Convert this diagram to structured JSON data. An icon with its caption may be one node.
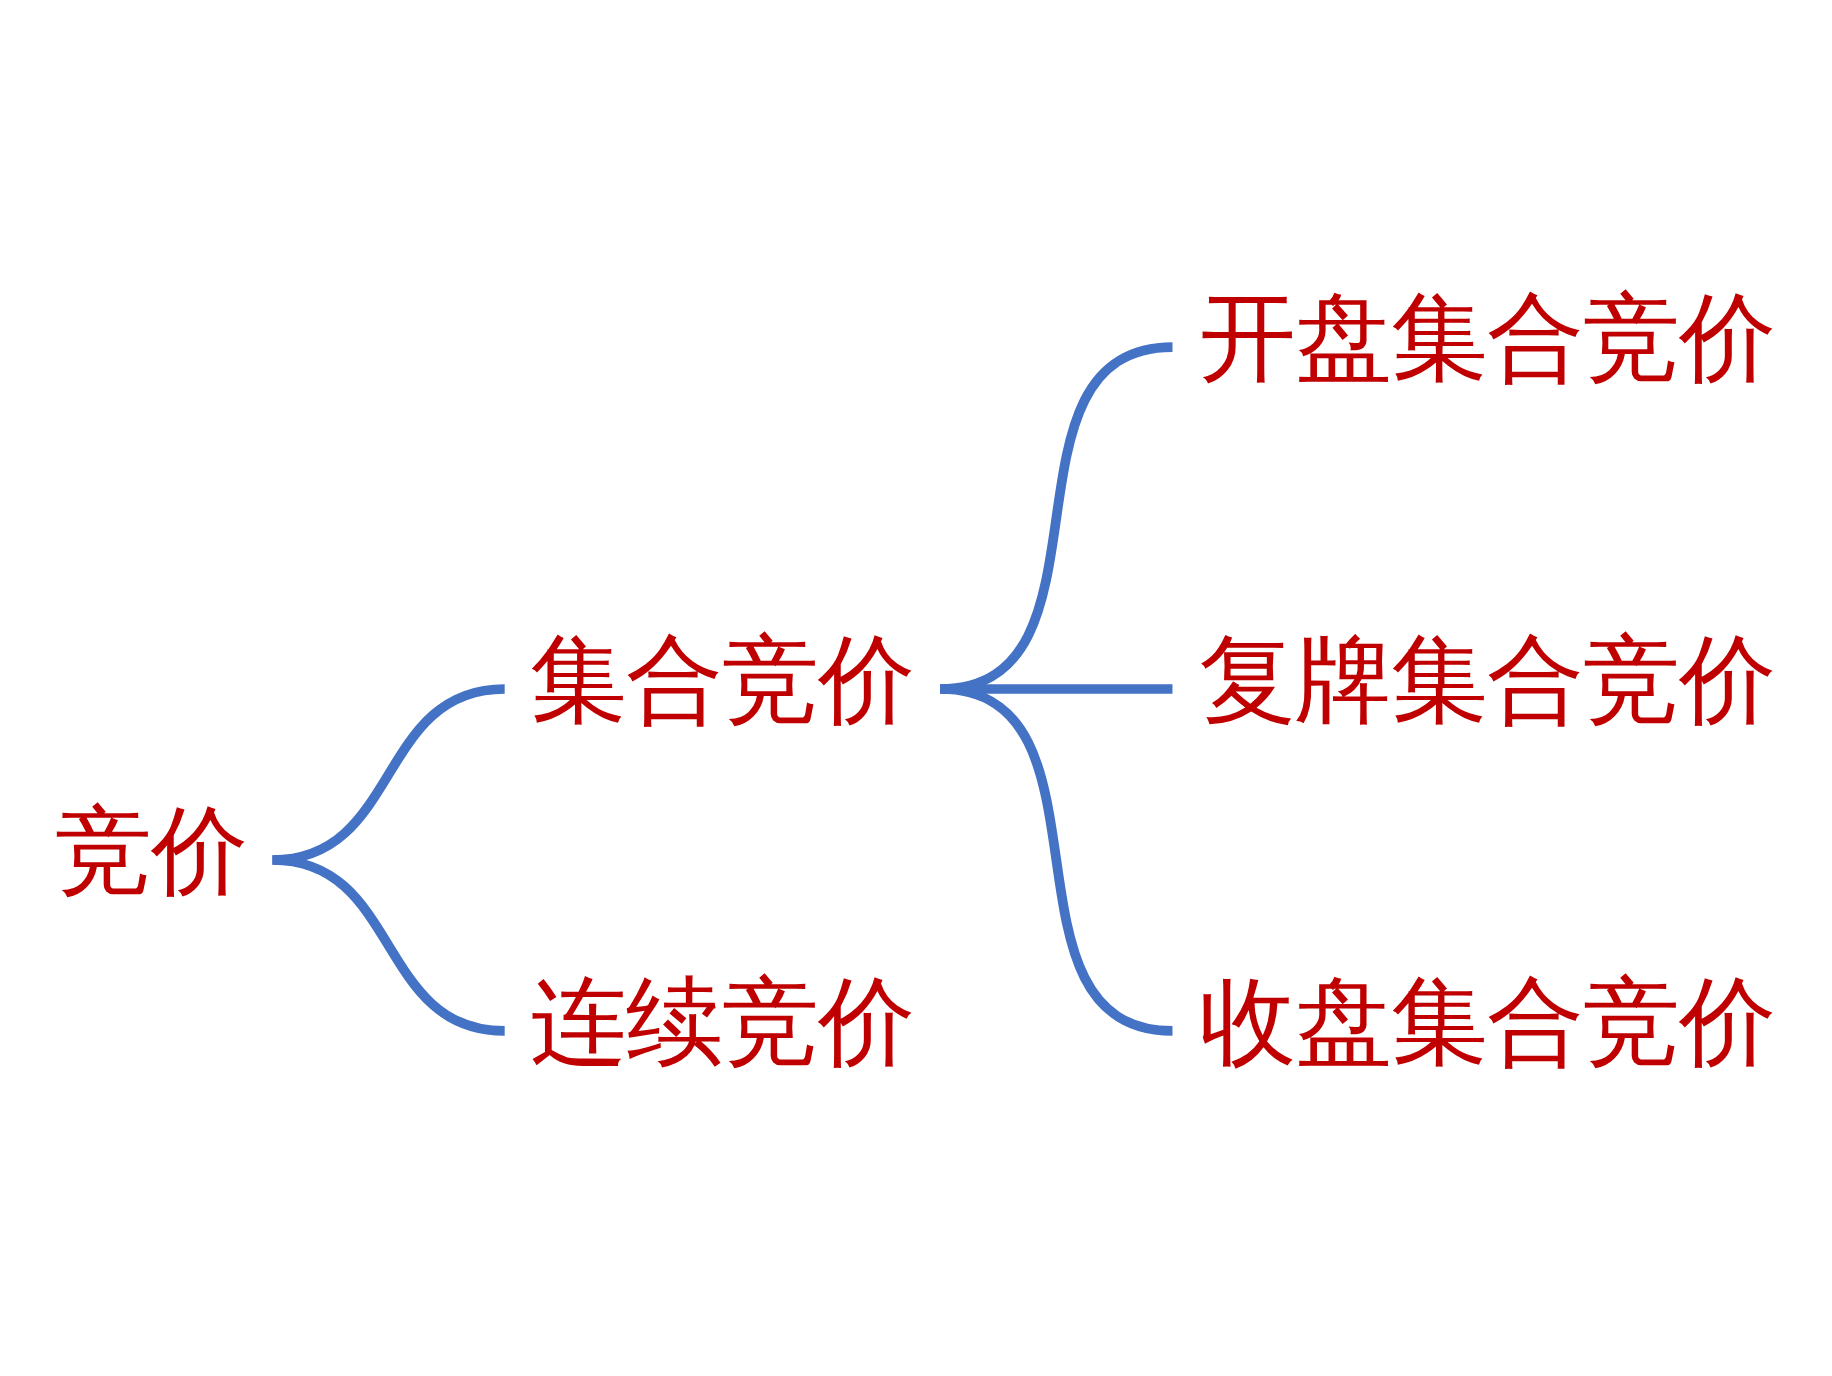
{
  "diagram": {
    "nodes": [
      {
        "text": [
          "竞价"
        ]
      },
      {
        "text": [
          "集合竞价"
        ]
      },
      {
        "text": [
          "开盘集合竞价"
        ]
      },
      {
        "text": [
          "复牌集合竞价"
        ]
      },
      {
        "text": [
          "收盘集合竞价"
        ]
      },
      {
        "text": [
          "连续竞价"
        ]
      }
    ],
    "edges": [
      {
        "from": 0,
        "to": 1,
        "arrow": "none"
      },
      {
        "from": 0,
        "to": 5,
        "arrow": "none"
      },
      {
        "from": 1,
        "to": 2,
        "arrow": "none"
      },
      {
        "from": 1,
        "to": 3,
        "arrow": "none"
      },
      {
        "from": 1,
        "to": 4,
        "arrow": "none"
      }
    ]
  }
}
